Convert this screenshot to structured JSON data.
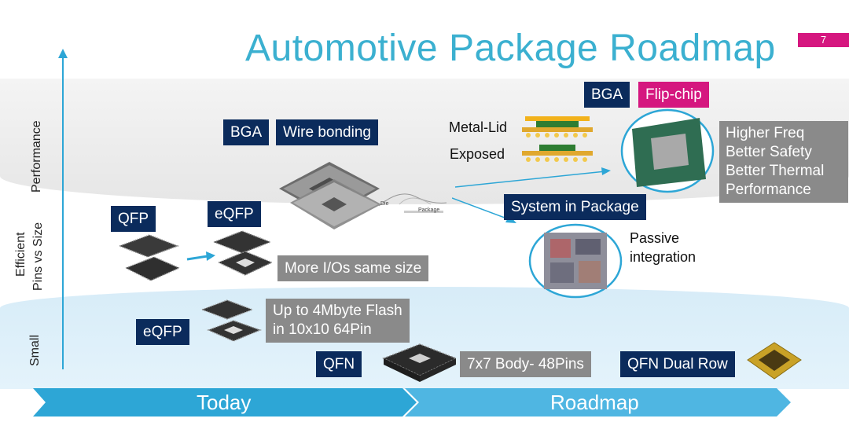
{
  "title": "Automotive Package Roadmap",
  "page_number": "7",
  "axis": {
    "performance": "Performance",
    "efficient_line1": "Efficient",
    "efficient_line2": "Pins vs Size",
    "small": "Small"
  },
  "labels": {
    "bga_left": "BGA",
    "wire_bonding": "Wire bonding",
    "metal_lid": "Metal-Lid",
    "exposed": "Exposed",
    "bga_right": "BGA",
    "flip_chip": "Flip-chip",
    "benefits": [
      "Higher Freq",
      "Better Safety",
      "Better Thermal",
      "Performance"
    ],
    "qfp": "QFP",
    "eqfp_mid": "eQFP",
    "more_ios": "More I/Os same size",
    "sip": "System in Package",
    "passive_line1": "Passive",
    "passive_line2": "integration",
    "eqfp_low": "eQFP",
    "flash_line1": "Up to 4Mbyte Flash",
    "flash_line2": "in 10x10 64Pin",
    "qfn": "QFN",
    "body_48": "7x7 Body- 48Pins",
    "qfn_dual": "QFN Dual Row",
    "die": "Die",
    "package": "Package"
  },
  "timeline": {
    "today": "Today",
    "roadmap": "Roadmap"
  },
  "colors": {
    "navy": "#0b2b5c",
    "grey": "#8a8a8a",
    "pink": "#d5177f",
    "title": "#3bb0d0",
    "arrow": "#2da6d6"
  }
}
